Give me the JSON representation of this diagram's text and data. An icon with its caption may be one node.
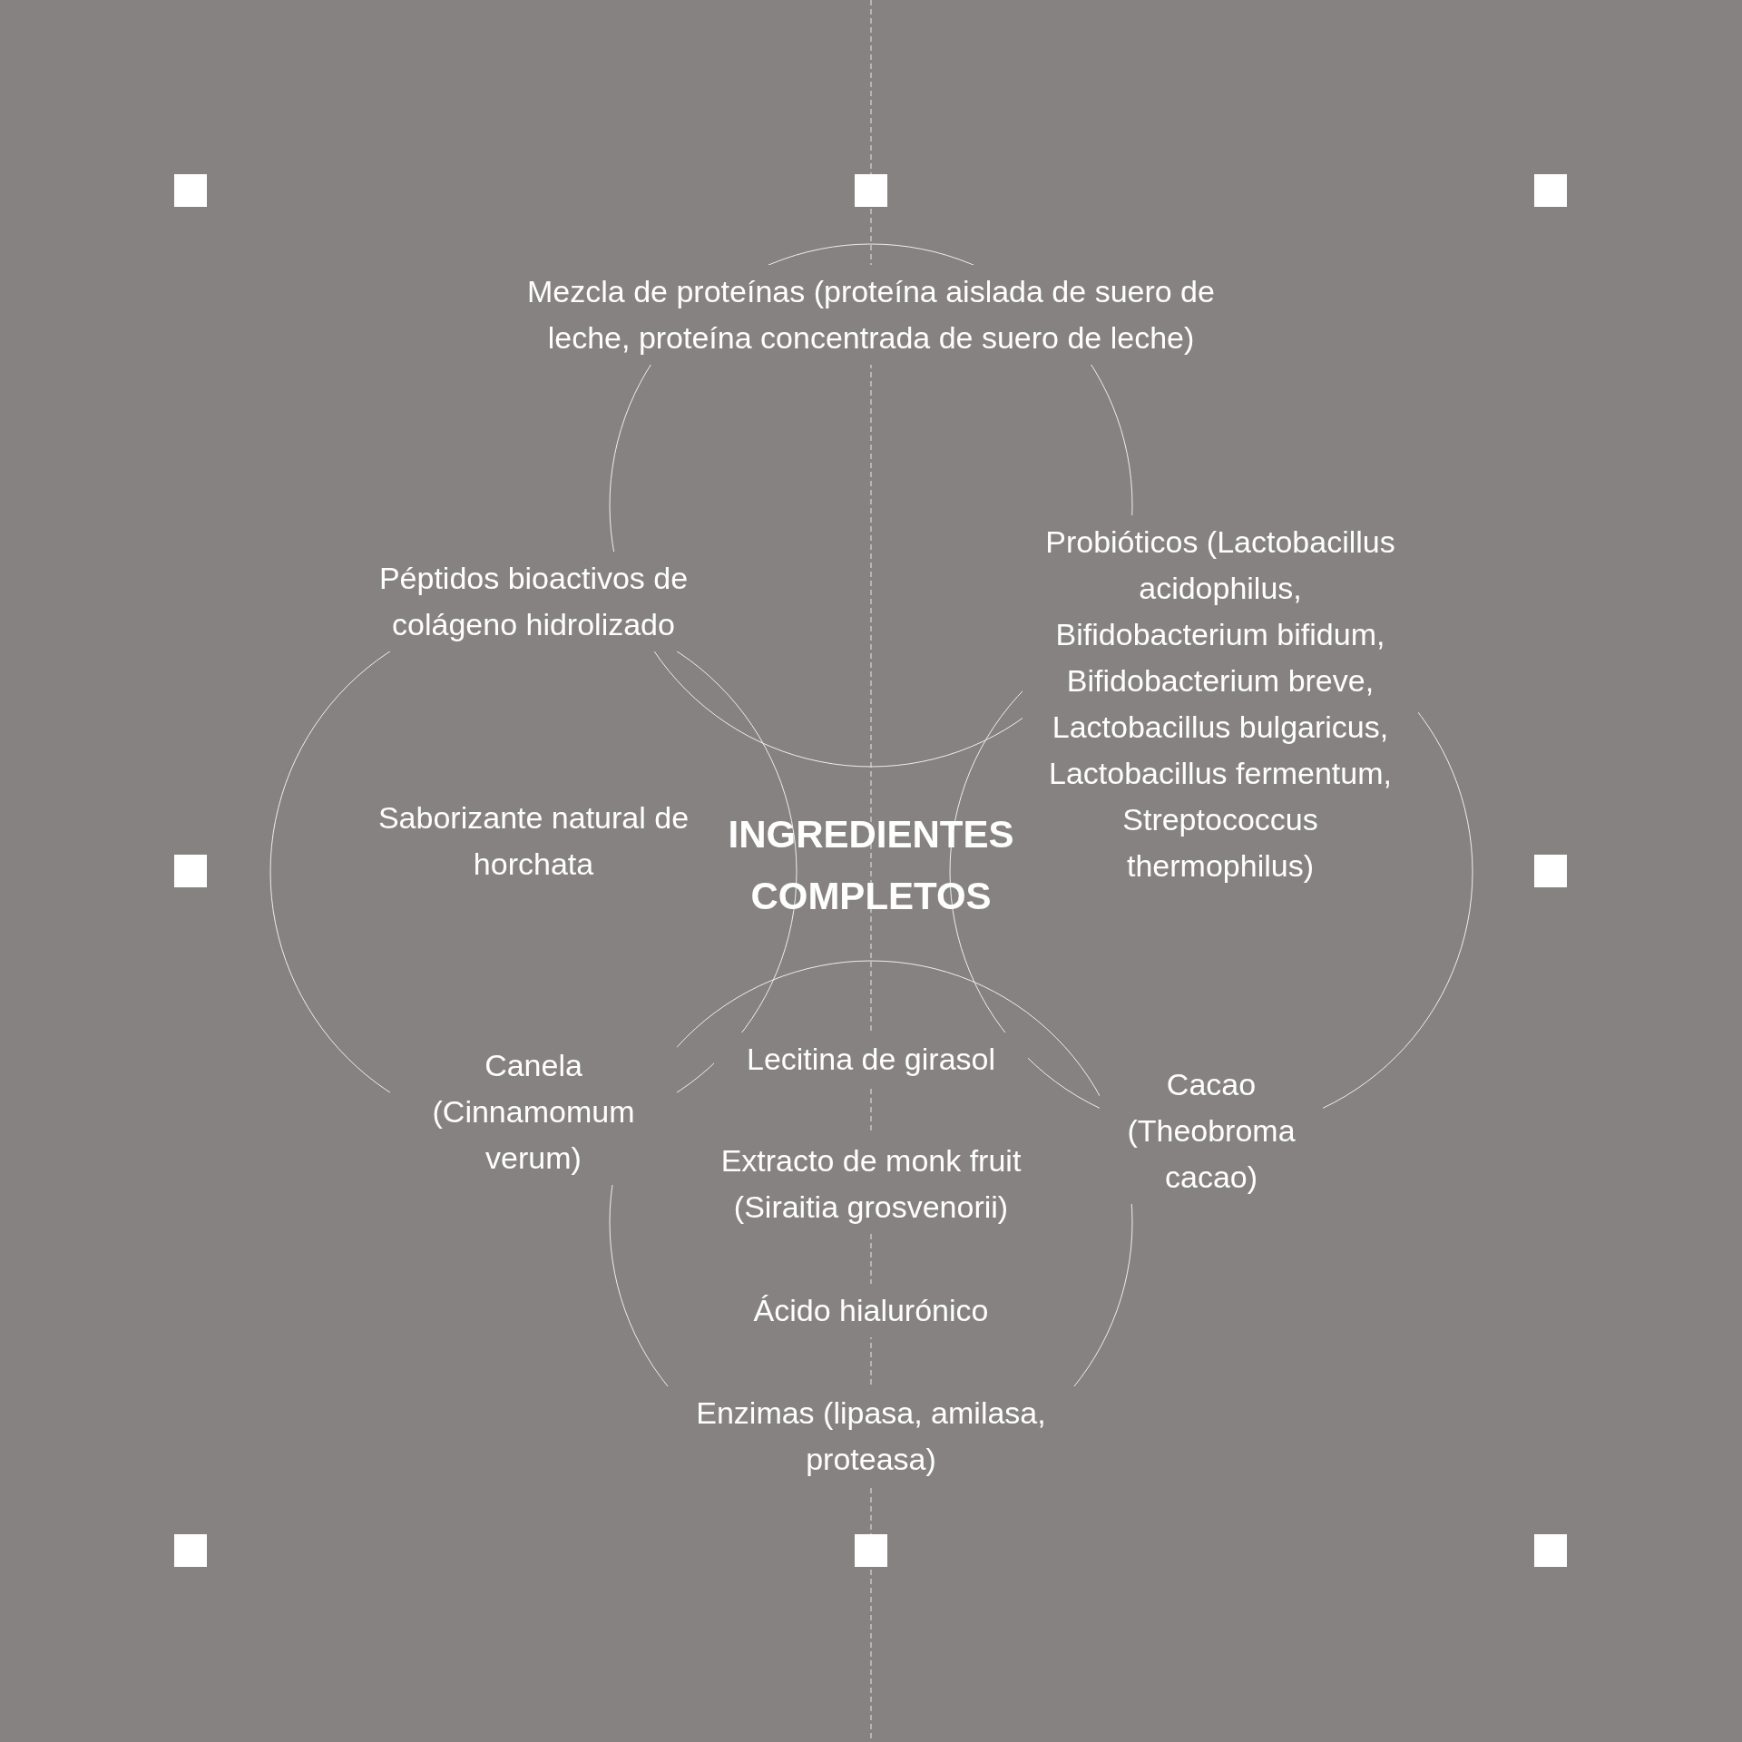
{
  "diagram": {
    "title": "INGREDIENTES COMPLETOS",
    "labels": [
      "Mezcla de proteínas (proteína aislada de suero de leche, proteína concentrada de suero de leche)",
      "Péptidos bioactivos de colágeno hidrolizado",
      "Probióticos (Lactobacillus acidophilus, Bifidobacterium bifidum, Bifidobacterium breve, Lactobacillus bulgaricus, Lactobacillus fermentum, Streptococcus thermophilus)",
      "Saborizante natural de horchata",
      "Canela (Cinnamomum verum)",
      "Lecitina de girasol",
      "Cacao (Theobroma cacao)",
      "Extracto de monk fruit (Siraitia grosvenorii)",
      "Ácido hialurónico",
      "Enzimas (lipasa, amilasa, proteasa)"
    ]
  }
}
